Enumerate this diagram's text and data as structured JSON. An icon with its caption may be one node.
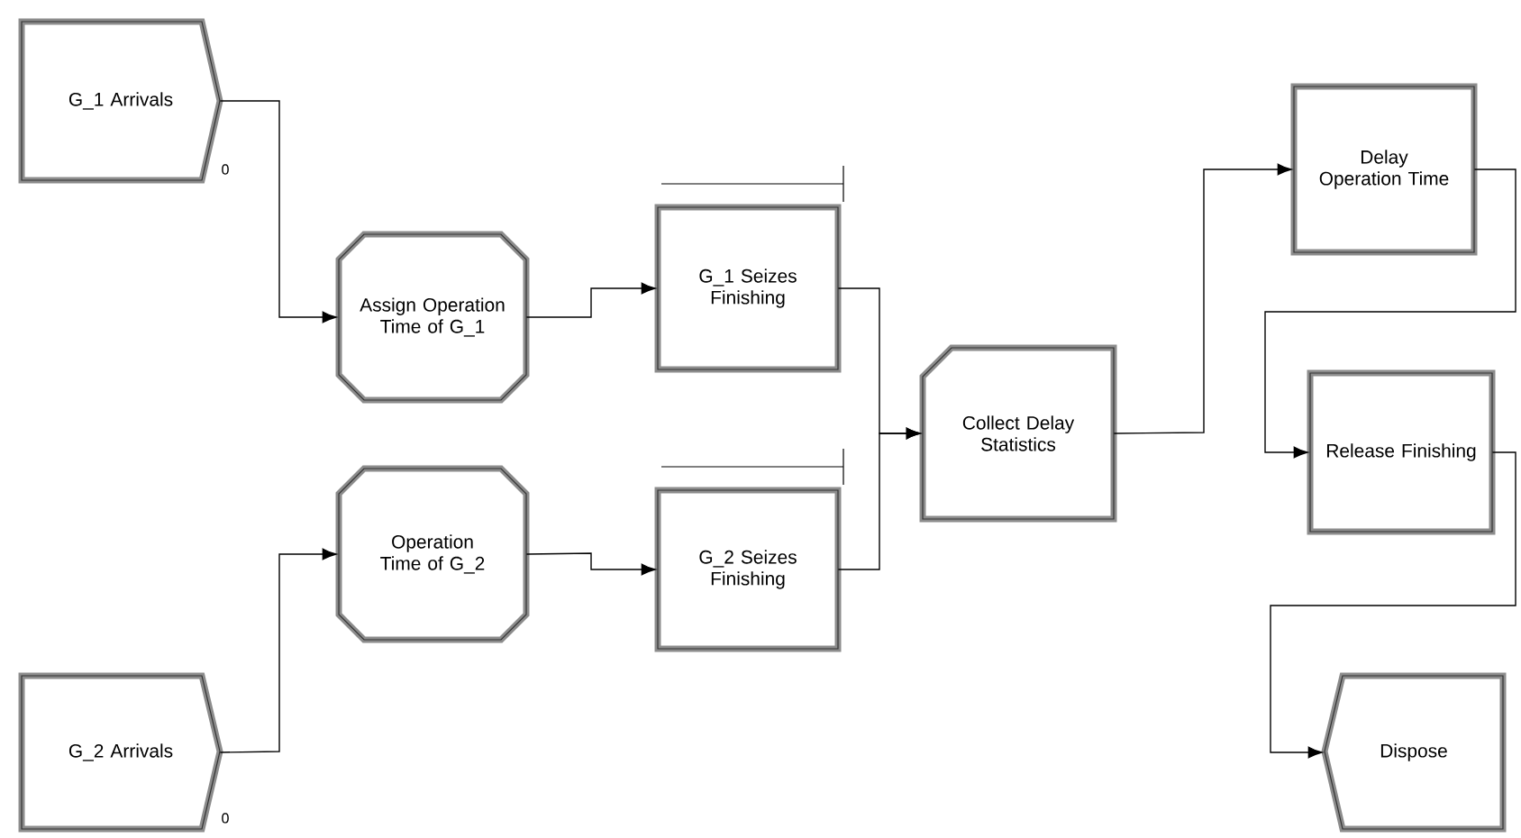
{
  "diagram": {
    "nodes": [
      {
        "text": [
          "G_1 Arrivals"
        ],
        "beside": [
          "0"
        ]
      },
      {
        "text": [
          "Assign Operation Time of G_1"
        ]
      },
      {
        "text": [
          "G_1 Seizes Finishing"
        ]
      },
      {
        "text": [
          "G_2 Arrivals"
        ],
        "beside": [
          "0"
        ]
      },
      {
        "text": [
          "Operation Time of G_2"
        ]
      },
      {
        "text": [
          "G_2 Seizes Finishing"
        ]
      },
      {
        "text": [
          "Collect Delay Statistics"
        ]
      },
      {
        "text": [
          "Delay Operation Time"
        ]
      },
      {
        "text": [
          "Release Finishing"
        ]
      },
      {
        "text": [
          "Dispose"
        ]
      }
    ],
    "edges": [
      {
        "from": 0,
        "to": 1,
        "arrow": "to"
      },
      {
        "from": 1,
        "to": 2,
        "arrow": "to"
      },
      {
        "from": 3,
        "to": 4,
        "arrow": "to"
      },
      {
        "from": 4,
        "to": 5,
        "arrow": "to"
      },
      {
        "from": 2,
        "to": 6,
        "arrow": "to"
      },
      {
        "from": 5,
        "to": 6,
        "arrow": "to"
      },
      {
        "from": 6,
        "to": 7,
        "arrow": "to"
      },
      {
        "from": 7,
        "to": 8,
        "arrow": "to"
      },
      {
        "from": 8,
        "to": 9,
        "arrow": "to"
      }
    ]
  }
}
